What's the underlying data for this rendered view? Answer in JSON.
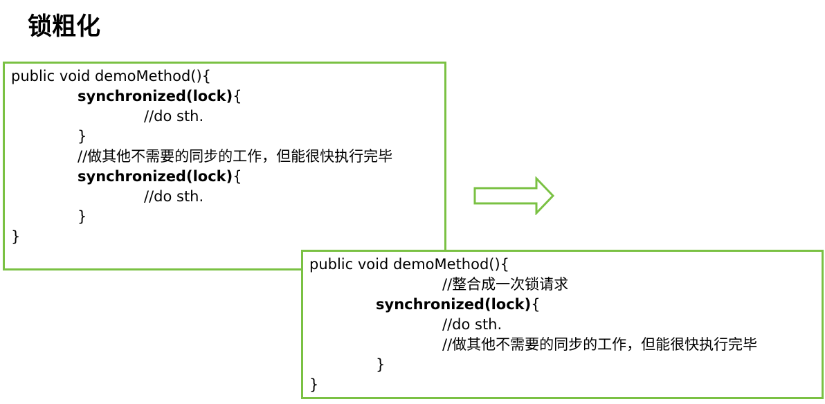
{
  "title": "锁粗化",
  "colors": {
    "border": "#7ac143",
    "arrow_stroke": "#7ac143",
    "text": "#000000"
  },
  "icons": {
    "transition": "right-arrow-icon"
  },
  "before": {
    "lines": [
      {
        "indent": 0,
        "kw": "",
        "text": "public void demoMethod(){"
      },
      {
        "indent": 1,
        "kw": "synchronized(lock)",
        "text": "{"
      },
      {
        "indent": 2,
        "kw": "",
        "text": "//do sth."
      },
      {
        "indent": 1,
        "kw": "",
        "text": "}"
      },
      {
        "indent": 1,
        "kw": "",
        "text": "//做其他不需要的同步的工作，但能很快执行完毕"
      },
      {
        "indent": 1,
        "kw": "synchronized(lock)",
        "text": "{"
      },
      {
        "indent": 2,
        "kw": "",
        "text": "//do sth."
      },
      {
        "indent": 1,
        "kw": "",
        "text": "}"
      },
      {
        "indent": 0,
        "kw": "",
        "text": "}"
      }
    ]
  },
  "after": {
    "lines": [
      {
        "indent": 0,
        "kw": "",
        "text": "public void demoMethod(){"
      },
      {
        "indent": 2,
        "kw": "",
        "text": "//整合成一次锁请求"
      },
      {
        "indent": 1,
        "kw": "synchronized(lock)",
        "text": "{"
      },
      {
        "indent": 2,
        "kw": "",
        "text": "//do sth."
      },
      {
        "indent": 2,
        "kw": "",
        "text": "//做其他不需要的同步的工作，但能很快执行完毕"
      },
      {
        "indent": 1,
        "kw": "",
        "text": "}"
      },
      {
        "indent": 0,
        "kw": "",
        "text": "}"
      }
    ]
  }
}
